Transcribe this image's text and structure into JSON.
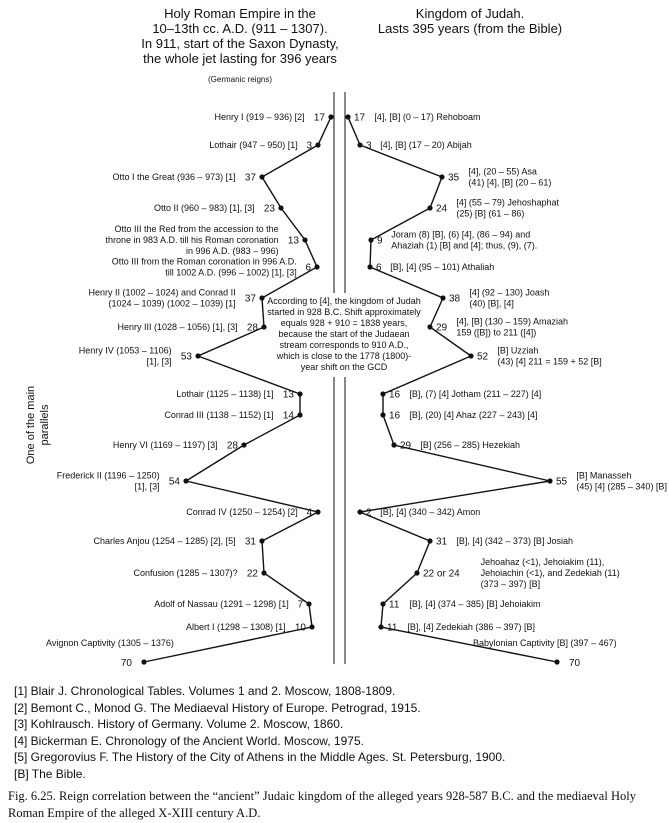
{
  "left_header": {
    "lines": [
      "Holy Roman Empire in the",
      "10–13th cc. A.D. (911 – 1307).",
      "In 911, start of the Saxon Dynasty,",
      "the whole jet lasting for 396 years"
    ],
    "note": "(Germanic reigns)"
  },
  "right_header": {
    "lines": [
      "Kingdom of Judah.",
      "Lasts 395 years (from the Bible)"
    ]
  },
  "center_note": [
    "According to [4], the kingdom of Judah",
    "started in 928 B.C. Shift approximately",
    "equals 928 + 910 = 1838 years,",
    "because the start of the Judaean",
    "stream corresponds to 910 A.D.,",
    "which is close to the 1778 (1800)-",
    "year shift on the GCD"
  ],
  "side_label": [
    "One of the main",
    "parallels"
  ],
  "left_reigns": [
    {
      "lines": [
        "Henry I (919 – 936) [2]"
      ],
      "value": "17"
    },
    {
      "lines": [
        "Lothair (947 – 950) [1]"
      ],
      "value": "3"
    },
    {
      "lines": [
        "Otto I the Great (936 – 973) [1]"
      ],
      "value": "37"
    },
    {
      "lines": [
        "Otto II (960 – 983) [1], [3]"
      ],
      "value": "23"
    },
    {
      "lines": [
        "Otto III the Red from the accession to the",
        "throne in 983 A.D. till his Roman coronation",
        "in 996 A.D. (983 – 996)"
      ],
      "value": "13"
    },
    {
      "lines": [
        "Otto III from the Roman coronation in 996 A.D.",
        "till 1002 A.D. (996 – 1002) [1], [3]"
      ],
      "value": "6"
    },
    {
      "lines": [
        "Henry II (1002 – 1024) and Conrad II",
        "(1024 – 1039) (1002 – 1039) [1]"
      ],
      "value": "37"
    },
    {
      "lines": [
        "Henry III (1028 – 1056) [1], [3]"
      ],
      "value": "28"
    },
    {
      "lines": [
        "Henry IV (1053 – 1106)",
        "[1], [3]"
      ],
      "value": "53"
    },
    {
      "lines": [
        "Lothair (1125 – 1138) [1]"
      ],
      "value": "13"
    },
    {
      "lines": [
        "Conrad III (1138 – 1152) [1]"
      ],
      "value": "14"
    },
    {
      "lines": [
        "Henry VI (1169 – 1197) [3]"
      ],
      "value": "28"
    },
    {
      "lines": [
        "Frederick II (1196 – 1250)",
        "[1], [3]"
      ],
      "value": "54"
    },
    {
      "lines": [
        "Conrad IV (1250 – 1254) [2]"
      ],
      "value": "4"
    },
    {
      "lines": [
        "Charles Anjou (1254 – 1285) [2], [5]"
      ],
      "value": "31"
    },
    {
      "lines": [
        "Confusion (1285 – 1307)?"
      ],
      "value": "22"
    },
    {
      "lines": [
        "Adolf of Nassau (1291 – 1298) [1]"
      ],
      "value": "7"
    },
    {
      "lines": [
        "Albert I (1298 – 1308) [1]"
      ],
      "value": "10"
    },
    {
      "lines": [
        "Avignon Captivity (1305 – 1376)"
      ],
      "value": "70"
    }
  ],
  "right_reigns": [
    {
      "lines": [
        "[4], [B] (0 – 17) Rehoboam"
      ],
      "value": "17"
    },
    {
      "lines": [
        "[4], [B] (17 – 20) Abijah"
      ],
      "value": "3"
    },
    {
      "lines": [
        "[4], (20 – 55) Asa",
        "(41) [4], [B] (20 – 61)"
      ],
      "value": "35"
    },
    {
      "lines": [
        "[4] (55 – 79) Jehoshaphat",
        "(25) [B] (61 – 86)"
      ],
      "value": "24"
    },
    {
      "lines": [
        "Joram (8) [B], (6) [4], (86 – 94) and",
        "Ahaziah (1) [B] and [4]; thus, (9), (7)."
      ],
      "value": "9"
    },
    {
      "lines": [
        "[B], [4] (95 – 101) Athaliah"
      ],
      "value": "6"
    },
    {
      "lines": [
        "[4] (92 – 130) Joash",
        "(40) [B], [4]"
      ],
      "value": "38"
    },
    {
      "lines": [
        "[4], [B] (130 – 159) Amaziah",
        "159 ([B]) to 211 ([4])"
      ],
      "value": "29"
    },
    {
      "lines": [
        "[B] Uzziah",
        "(43) [4] 211 = 159 + 52 [B]"
      ],
      "value": "52"
    },
    {
      "lines": [
        "[B], (7) [4] Jotham (211 – 227) [4]"
      ],
      "value": "16"
    },
    {
      "lines": [
        "[B], (20) [4] Ahaz (227 – 243) [4]"
      ],
      "value": "16"
    },
    {
      "lines": [
        "[B] (256 – 285) Hezekiah"
      ],
      "value": "29"
    },
    {
      "lines": [
        "[B] Manasseh",
        "(45) [4] (285 – 340) [B]"
      ],
      "value": "55"
    },
    {
      "lines": [
        "[B], [4] (340 – 342) Amon"
      ],
      "value": "2"
    },
    {
      "lines": [
        "[B], [4] (342 – 373) [B] Josiah"
      ],
      "value": "31"
    },
    {
      "lines": [
        "Jehoahaz (<1), Jehoiakim (11),",
        "Jehoiachin (<1), and Zedekiah (11)",
        "(373 – 397) [B]"
      ],
      "value": "22 or 24"
    },
    {
      "lines": [
        "[B], [4] (374 – 385) [B] Jehoiakim"
      ],
      "value": "11"
    },
    {
      "lines": [
        "[B], [4] Zedekiah (386 – 397) [B]"
      ],
      "value": "11"
    },
    {
      "lines": [
        "Babylonian Captivity [B] (397 – 467)"
      ],
      "value": "70"
    }
  ],
  "references": [
    "[1] Blair J. Chronological Tables. Volumes 1 and 2. Moscow, 1808-1809.",
    "[2] Bemont C., Monod G. The Mediaeval History of Europe. Petrograd, 1915.",
    "[3] Kohlrausch. History of Germany. Volume 2. Moscow, 1860.",
    "[4] Bickerman E. Chronology of the Ancient World. Moscow, 1975.",
    "[5] Gregorovius F. The History of the City of Athens in the Middle Ages. St. Petersburg, 1900.",
    "[B] The Bible."
  ],
  "caption": "Fig. 6.25. Reign correlation between the “ancient” Judaic kingdom of the alleged years 928-587 B.C. and the mediaeval Holy Roman Empire of the alleged X-XIII century A.D."
}
